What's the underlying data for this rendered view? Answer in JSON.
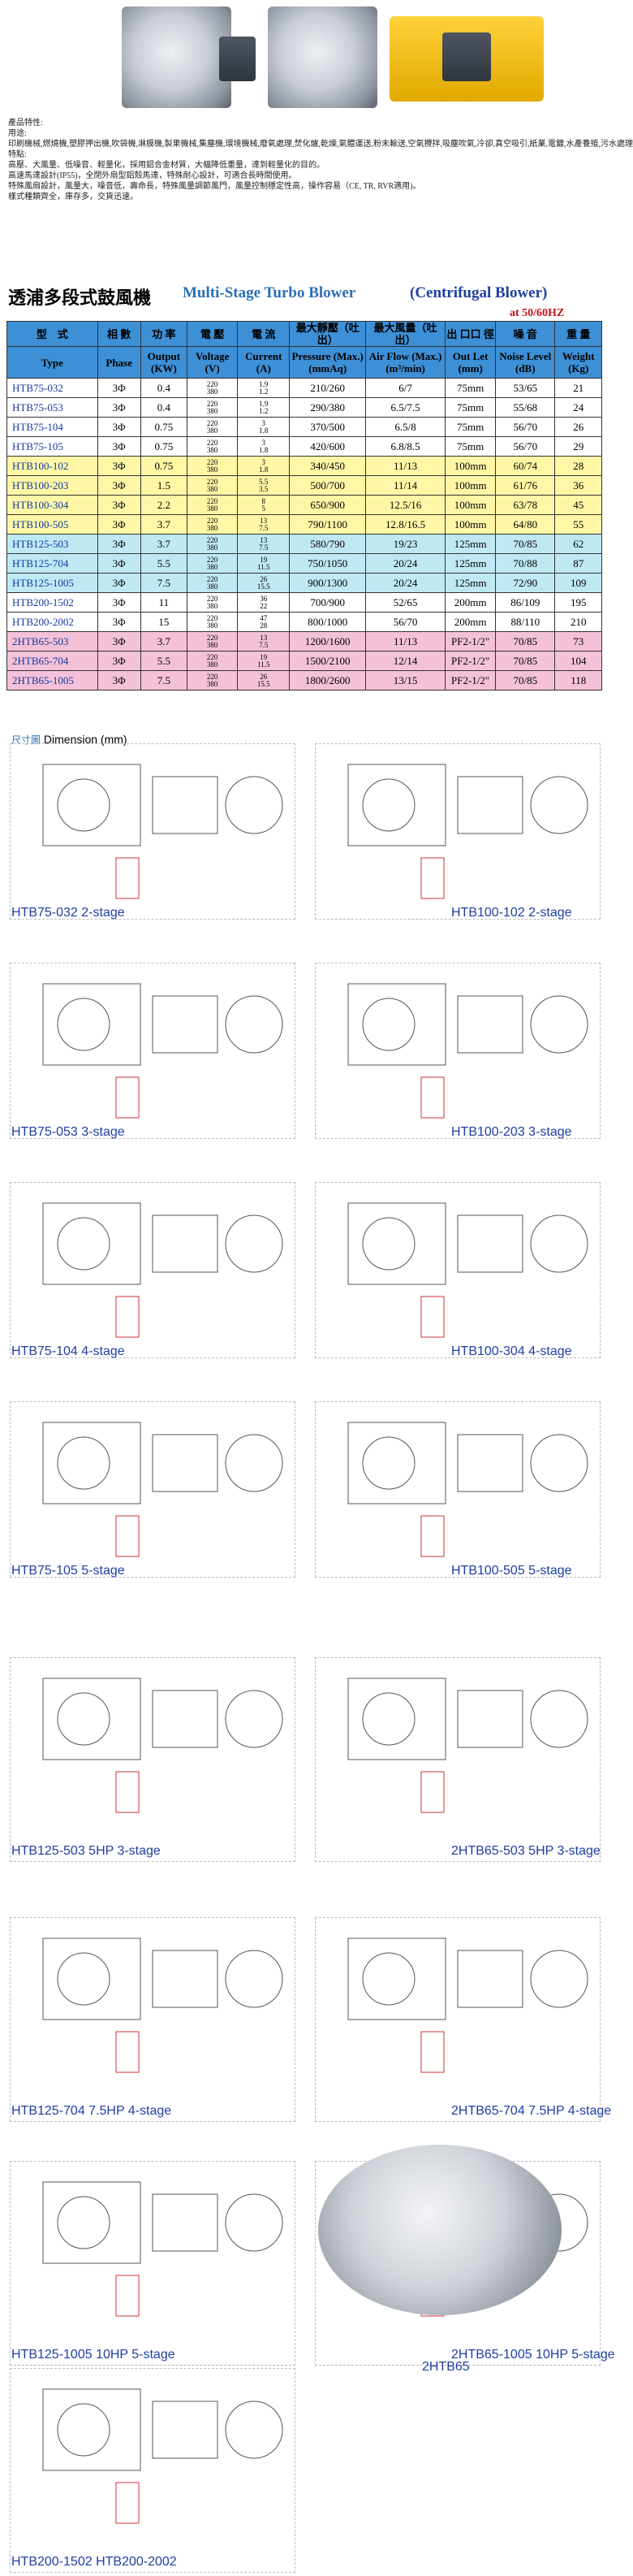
{
  "notes": [
    "產品特性:",
    "用途:",
    "印刷機械,燃燒機,塑膠押出機,吹袋機,淋膜機,製果機械,集塵機,環境機械,廢氣處理,焚化爐,乾燥,氣體運送,粉末輸送,空氣攪拌,吸塵吹氣,冷卻,真空吸引,紙業,電鍍,水產養殖,污水處理",
    "特點:",
    "高壓、大風量、低噪音、輕量化，採用鋁合金材質，大幅降低重量，達到輕量化的目的。",
    "高速馬達設計(IP55)，全閉外扇型鋁殼馬達，特殊耐心設計，可適合長時間使用。",
    "特殊風扇設計，風量大，噪音低，壽命長，特殊風量調節風門，風量控制穩定性高，操作容易（CE, TR, RVR適用)。",
    "樣式種類齊全，庫存多，交貨迅速。"
  ],
  "title": {
    "cn": "透浦多段式鼓風機",
    "en": "Multi-Stage Turbo Blower",
    "en2": "(Centrifugal Blower)",
    "freq": "at 50/60HZ"
  },
  "table": {
    "headers_cn": [
      "型　式",
      "相 數",
      "功 率",
      "電 壓",
      "電 流",
      "最大靜壓（吐出）",
      "最大風量（吐出）",
      "出 口口 徑",
      "噪 音",
      "重 量"
    ],
    "headers_en": [
      "Type",
      "Phase",
      "Output (KW)",
      "Voltage (V)",
      "Current (A)",
      "Pressure (Max.) (mmAq)",
      "Air Flow (Max.) (m³/min)",
      "Out Let (mm)",
      "Noise Level (dB)",
      "Weight (Kg)"
    ],
    "rows": [
      {
        "type": "HTB75-032",
        "phase": "3Φ",
        "kw": "0.4",
        "v1": "220",
        "v2": "380",
        "a1": "1.9",
        "a2": "1.2",
        "p": "210/260",
        "q": "6/7",
        "o": "75mm",
        "n": "53/65",
        "w": "21",
        "g": "g1"
      },
      {
        "type": "HTB75-053",
        "phase": "3Φ",
        "kw": "0.4",
        "v1": "220",
        "v2": "380",
        "a1": "1.9",
        "a2": "1.2",
        "p": "290/380",
        "q": "6.5/7.5",
        "o": "75mm",
        "n": "55/68",
        "w": "24",
        "g": "g1"
      },
      {
        "type": "HTB75-104",
        "phase": "3Φ",
        "kw": "0.75",
        "v1": "220",
        "v2": "380",
        "a1": "3",
        "a2": "1.8",
        "p": "370/500",
        "q": "6.5/8",
        "o": "75mm",
        "n": "56/70",
        "w": "26",
        "g": "g1"
      },
      {
        "type": "HTB75-105",
        "phase": "3Φ",
        "kw": "0.75",
        "v1": "220",
        "v2": "380",
        "a1": "3",
        "a2": "1.8",
        "p": "420/600",
        "q": "6.8/8.5",
        "o": "75mm",
        "n": "56/70",
        "w": "29",
        "g": "g1"
      },
      {
        "type": "HTB100-102",
        "phase": "3Φ",
        "kw": "0.75",
        "v1": "220",
        "v2": "380",
        "a1": "3",
        "a2": "1.8",
        "p": "340/450",
        "q": "11/13",
        "o": "100mm",
        "n": "60/74",
        "w": "28",
        "g": "g2"
      },
      {
        "type": "HTB100-203",
        "phase": "3Φ",
        "kw": "1.5",
        "v1": "220",
        "v2": "380",
        "a1": "5.5",
        "a2": "3.5",
        "p": "500/700",
        "q": "11/14",
        "o": "100mm",
        "n": "61/76",
        "w": "36",
        "g": "g2"
      },
      {
        "type": "HTB100-304",
        "phase": "3Φ",
        "kw": "2.2",
        "v1": "220",
        "v2": "380",
        "a1": "8",
        "a2": "5",
        "p": "650/900",
        "q": "12.5/16",
        "o": "100mm",
        "n": "63/78",
        "w": "45",
        "g": "g2"
      },
      {
        "type": "HTB100-505",
        "phase": "3Φ",
        "kw": "3.7",
        "v1": "220",
        "v2": "380",
        "a1": "13",
        "a2": "7.5",
        "p": "790/1100",
        "q": "12.8/16.5",
        "o": "100mm",
        "n": "64/80",
        "w": "55",
        "g": "g2"
      },
      {
        "type": "HTB125-503",
        "phase": "3Φ",
        "kw": "3.7",
        "v1": "220",
        "v2": "380",
        "a1": "13",
        "a2": "7.5",
        "p": "580/790",
        "q": "19/23",
        "o": "125mm",
        "n": "70/85",
        "w": "62",
        "g": "g3"
      },
      {
        "type": "HTB125-704",
        "phase": "3Φ",
        "kw": "5.5",
        "v1": "220",
        "v2": "380",
        "a1": "19",
        "a2": "11.5",
        "p": "750/1050",
        "q": "20/24",
        "o": "125mm",
        "n": "70/88",
        "w": "87",
        "g": "g3"
      },
      {
        "type": "HTB125-1005",
        "phase": "3Φ",
        "kw": "7.5",
        "v1": "220",
        "v2": "380",
        "a1": "26",
        "a2": "15.5",
        "p": "900/1300",
        "q": "20/24",
        "o": "125mm",
        "n": "72/90",
        "w": "109",
        "g": "g3"
      },
      {
        "type": "HTB200-1502",
        "phase": "3Φ",
        "kw": "11",
        "v1": "220",
        "v2": "380",
        "a1": "36",
        "a2": "22",
        "p": "700/900",
        "q": "52/65",
        "o": "200mm",
        "n": "86/109",
        "w": "195",
        "g": "g4"
      },
      {
        "type": "HTB200-2002",
        "phase": "3Φ",
        "kw": "15",
        "v1": "220",
        "v2": "380",
        "a1": "47",
        "a2": "28",
        "p": "800/1000",
        "q": "56/70",
        "o": "200mm",
        "n": "88/110",
        "w": "210",
        "g": "g4"
      },
      {
        "type": "2HTB65-503",
        "phase": "3Φ",
        "kw": "3.7",
        "v1": "220",
        "v2": "380",
        "a1": "13",
        "a2": "7.5",
        "p": "1200/1600",
        "q": "11/13",
        "o": "PF2-1/2\"",
        "n": "70/85",
        "w": "73",
        "g": "g5"
      },
      {
        "type": "2HTB65-704",
        "phase": "3Φ",
        "kw": "5.5",
        "v1": "220",
        "v2": "380",
        "a1": "19",
        "a2": "11.5",
        "p": "1500/2100",
        "q": "12/14",
        "o": "PF2-1/2\"",
        "n": "70/85",
        "w": "104",
        "g": "g5"
      },
      {
        "type": "2HTB65-1005",
        "phase": "3Φ",
        "kw": "7.5",
        "v1": "220",
        "v2": "380",
        "a1": "26",
        "a2": "15.5",
        "p": "1800/2600",
        "q": "13/15",
        "o": "PF2-1/2\"",
        "n": "70/85",
        "w": "118",
        "g": "g5"
      }
    ]
  },
  "dimension": {
    "cn": "尺寸圖",
    "en": "Dimension (mm)"
  },
  "drawings": [
    "HTB75-032  2-stage",
    "HTB100-102  2-stage",
    "HTB75-053  3-stage",
    "HTB100-203  3-stage",
    "HTB75-104 4-stage",
    "HTB100-304  4-stage",
    "HTB75-105  5-stage",
    "HTB100-505  5-stage",
    "HTB125-503 5HP 3-stage",
    "2HTB65-503 5HP 3-stage",
    "HTB125-704 7.5HP 4-stage",
    "2HTB65-704 7.5HP 4-stage",
    "HTB125-1005 10HP 5-stage",
    "2HTB65-1005 10HP 5-stage",
    "HTB200-1502 HTB200-2002",
    "2HTB65"
  ]
}
